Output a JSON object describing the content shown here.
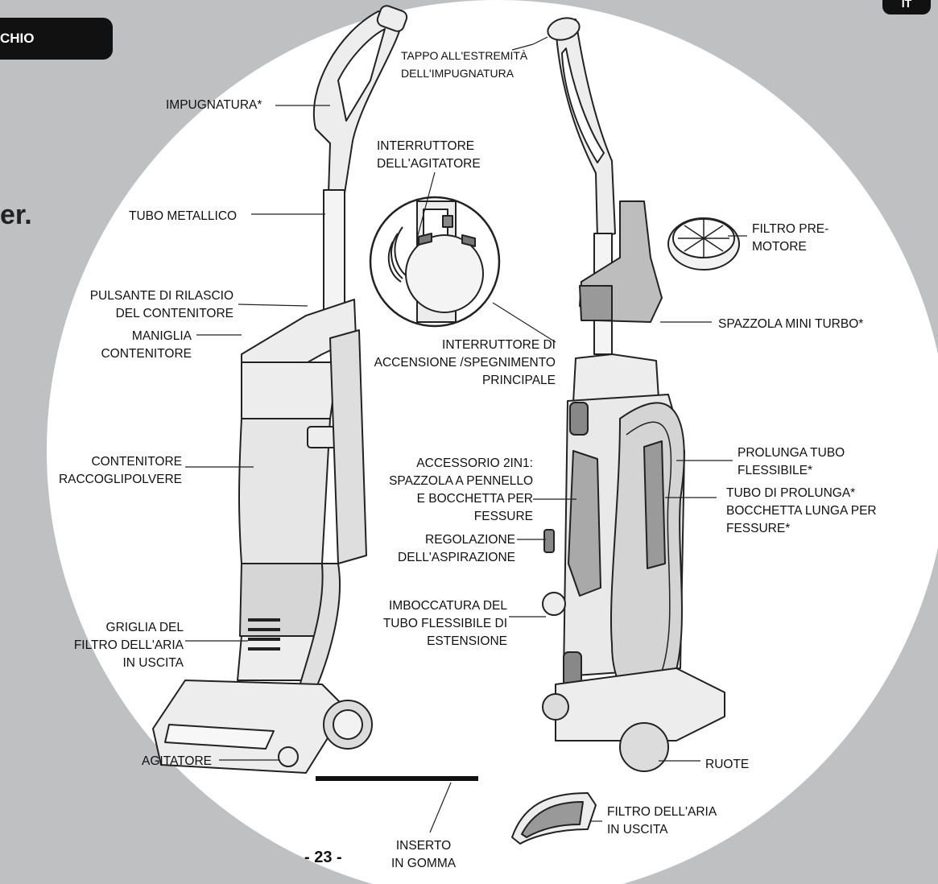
{
  "header": {
    "section_tab": "CHIO",
    "language_tab": "IT",
    "cut_text": "er."
  },
  "labels": {
    "tappo": "TAPPO ALL'ESTREMITÀ\nDELL'IMPUGNATURA",
    "impugnatura": "IMPUGNATURA*",
    "interruttore_agitatore": "INTERRUTTORE\nDELL'AGITATORE",
    "tubo_metallico": "TUBO METALLICO",
    "filtro_pre_motore": "FILTRO PRE-\nMOTORE",
    "pulsante_rilascio": "PULSANTE DI RILASCIO\nDEL CONTENITORE",
    "spazzola_mini_turbo": "SPAZZOLA MINI TURBO*",
    "maniglia": "MANIGLIA\nCONTENITORE",
    "interruttore_accensione": "INTERRUTTORE DI\nACCENSIONE /SPEGNIMENTO\nPRINCIPALE",
    "contenitore": "CONTENITORE\nRACCOGLIPOLVERE",
    "accessorio": "ACCESSORIO 2IN1:\nSPAZZOLA A PENNELLO\nE BOCCHETTA PER\nFESSURE",
    "prolunga": "PROLUNGA TUBO\nFLESSIBILE*",
    "tubo_prolunga": "TUBO DI PROLUNGA*\nBOCCHETTA LUNGA PER\nFESSURE*",
    "regolazione": "REGOLAZIONE\nDELL'ASPIRAZIONE",
    "imboccatura": "IMBOCCATURA DEL\nTUBO FLESSIBILE DI\nESTENSIONE",
    "griglia": "GRIGLIA DEL\nFILTRO DELL'ARIA\nIN USCITA",
    "agitatore": "AGITATORE",
    "ruote": "RUOTE",
    "filtro_uscita": "FILTRO DELL'ARIA\nIN USCITA",
    "inserto": "INSERTO\nIN GOMMA"
  },
  "footer": {
    "page_number": "- 23 -"
  }
}
